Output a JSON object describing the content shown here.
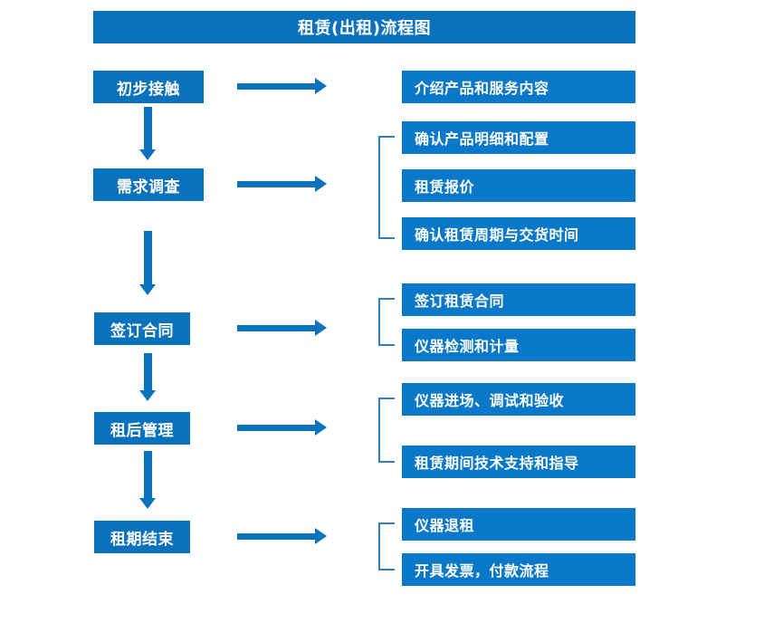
{
  "diagram": {
    "title": "租赁(出租)流程图",
    "accent_color": "#0a72bd",
    "detail_color": "#0a78c8",
    "bracket_color": "#2e7fc0",
    "arrow_color": "#0b72bd",
    "text_color": "#ffffff",
    "background": "#ffffff"
  },
  "stages": [
    {
      "label": "初步接触"
    },
    {
      "label": "需求调查"
    },
    {
      "label": "签订合同"
    },
    {
      "label": "租后管理"
    },
    {
      "label": "租期结束"
    }
  ],
  "details": [
    {
      "label": "介绍产品和服务内容"
    },
    {
      "label": "确认产品明细和配置"
    },
    {
      "label": "租赁报价"
    },
    {
      "label": "确认租赁周期与交货时间"
    },
    {
      "label": "签订租赁合同"
    },
    {
      "label": "仪器检测和计量"
    },
    {
      "label": "仪器进场、调试和验收"
    },
    {
      "label": "租赁期间技术支持和指导"
    },
    {
      "label": "仪器退租"
    },
    {
      "label": "开具发票，付款流程"
    }
  ],
  "groups": [
    {
      "name": "需求调查-group",
      "members": [
        "确认产品明细和配置",
        "租赁报价",
        "确认租赁周期与交货时间"
      ]
    },
    {
      "name": "签订合同-group",
      "members": [
        "签订租赁合同",
        "仪器检测和计量"
      ]
    },
    {
      "name": "租后管理-group",
      "members": [
        "仪器进场、调试和验收",
        "租赁期间技术支持和指导"
      ]
    },
    {
      "name": "租期结束-group",
      "members": [
        "仪器退租",
        "开具发票，付款流程"
      ]
    }
  ],
  "flow_arrows": {
    "vertical_count": 4,
    "horizontal_count": 5
  }
}
